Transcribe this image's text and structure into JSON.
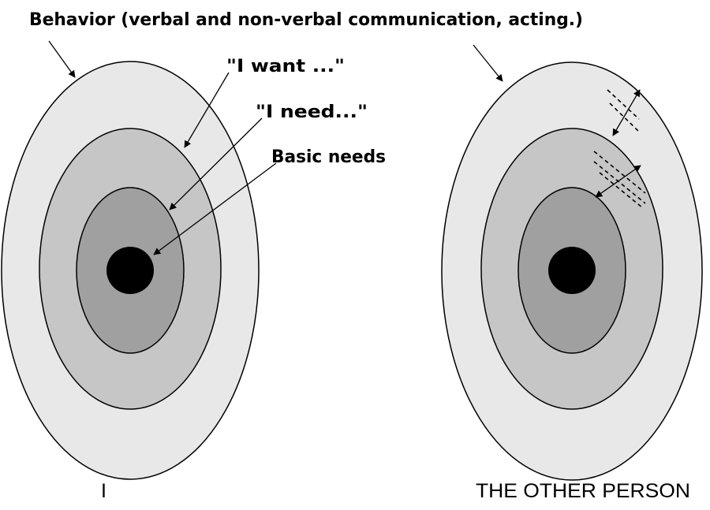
{
  "labels": {
    "behavior": "Behavior (verbal and non-verbal communication, acting.)",
    "want": "\"I want ...\"",
    "need": "\"I need...\"",
    "basic": "Basic needs",
    "self": "I",
    "other": "THE OTHER PERSON"
  },
  "colors": {
    "outer_ring": "#e8e8e8",
    "middle_ring": "#c6c6c6",
    "inner_ring": "#a0a0a0",
    "core": "#000000",
    "outline": "#000000"
  }
}
